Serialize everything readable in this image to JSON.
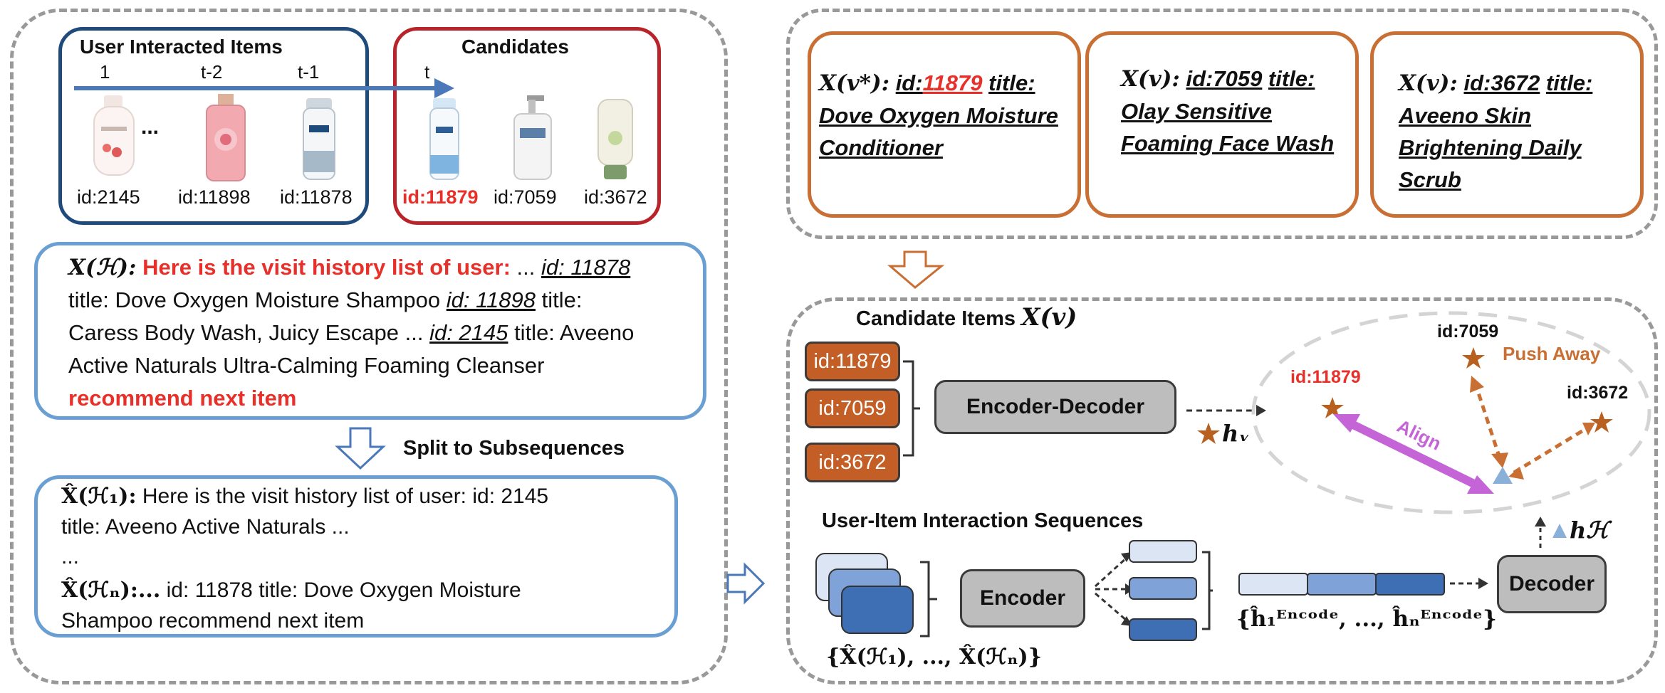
{
  "left_panel": {
    "user_interacted_title": "User Interacted Items",
    "candidates_title": "Candidates",
    "timeline_labels": [
      "1",
      "t-2",
      "t-1",
      "t"
    ],
    "ellipsis": "...",
    "history_ids": [
      "id:2145",
      "id:11898",
      "id:11878"
    ],
    "candidate_ids": [
      "id:11879",
      "id:7059",
      "id:3672"
    ],
    "history_box": {
      "prefix": "X(ℋ):",
      "intro": "Here is the visit history list of user:",
      "line1_tail": "...",
      "id_a": "id: 11878",
      "line2": "title: Dove Oxygen Moisture Shampoo",
      "id_b": "id: 11898",
      "line2_tail": "title:",
      "line3": "Caress Body Wash, Juicy Escape ...",
      "id_c": "id: 2145",
      "line3_tail": "title: Aveeno",
      "line4": "Active Naturals Ultra-Calming Foaming Cleanser",
      "closing": "recommend next item"
    },
    "split_label": "Split to Subsequences",
    "subseq_box": {
      "prefix1": "X̂(ℋ₁):",
      "line1": "Here is the visit history list of user: id: 2145",
      "line2": "title: Aveeno Active Naturals ...",
      "line3": "...",
      "prefixn": "X̂(ℋₙ):...",
      "line4": "id: 11878 title: Dove Oxygen Moisture",
      "line5": "Shampoo recommend next item"
    }
  },
  "right_top": {
    "cards": [
      {
        "prefix": "X(v*):",
        "id_label": "id:",
        "id_value": "11879",
        "title_word": "title:",
        "lines": [
          "Dove Oxygen Moisture",
          "Conditioner"
        ]
      },
      {
        "prefix": "X(v):",
        "id_label": "id:7059",
        "title_word": "title:",
        "lines": [
          "Olay Sensitive",
          "Foaming Face Wash"
        ]
      },
      {
        "prefix": "X(v):",
        "id_label": "id:3672",
        "title_word": "title:",
        "lines": [
          "Aveeno Skin",
          "Brightening Daily",
          "Scrub"
        ]
      }
    ]
  },
  "right_bottom": {
    "candidate_items_label": "Candidate Items",
    "candidate_items_math": "X(v)",
    "id_boxes": [
      "id:11879",
      "id:7059",
      "id:3672"
    ],
    "encoder_decoder_label": "Encoder-Decoder",
    "h_v": "hᵥ",
    "space_ids": {
      "pos": "id:11879",
      "neg1": "id:7059",
      "neg2": "id:3672"
    },
    "push_away": "Push Away",
    "align": "Align",
    "sequences_label": "User-Item Interaction Sequences",
    "encoder_label": "Encoder",
    "decoder_label": "Decoder",
    "h_H": "hℋ",
    "seq_set_label": "{X̂(ℋ₁), ..., X̂(ℋₙ)}",
    "encode_set_label": "{ĥ₁ᴱⁿᶜᵒᵈᵉ, ..., ĥₙᴱⁿᶜᵒᵈᵉ}"
  },
  "colors": {
    "dark_blue": "#1f4a7c",
    "dark_red": "#b8242a",
    "light_blue": "#6a9fd4",
    "orange": "#c96f34",
    "purple": "#c464d6",
    "highlight_red": "#e8302a"
  }
}
